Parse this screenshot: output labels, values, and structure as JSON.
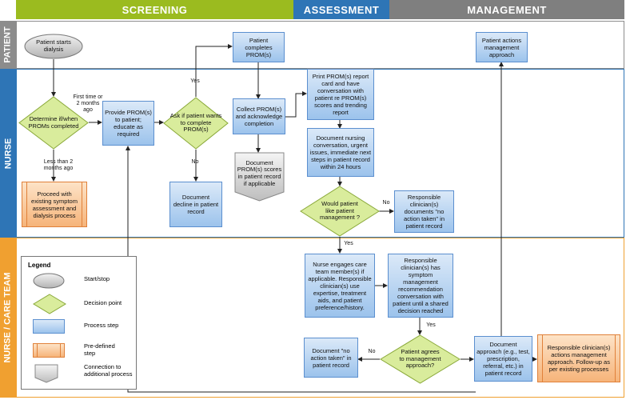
{
  "phases": {
    "screening": "SCREENING",
    "assessment": "ASSESSMENT",
    "management": "MANAGEMENT"
  },
  "lanes": {
    "patient": "PATIENT",
    "nurse": "NURSE",
    "care_team": "NURSE / CARE TEAM"
  },
  "nodes": {
    "patient_starts": "Patient starts dialysis",
    "patient_completes": "Patient completes PROM(s)",
    "patient_actions": "Patient actions management approach",
    "determine": "Determine if/when PROMs completed",
    "provide": "Provide PROM(s) to patient; educate as required",
    "ask_if": "Ask if patient wants to complete PROM(s)",
    "collect": "Collect PROM(s) and acknowledge completion",
    "print": "Print PROM(s) report card and have conversation with patient re PROM(s) scores and trending report",
    "doc_nursing": "Document nursing conversation, urgent issues, immediate next steps in patient record within 24 hours",
    "doc_proms": "Document PROM(s) scores in patient record if applicable",
    "proceed": "Proceed with existing symptom assessment and dialysis process",
    "doc_decline": "Document decline in patient record",
    "would_like": "Would patient like patient management ?",
    "resp_no_action": "Responsible clinician(s) documents \"no action taken\" in patient record",
    "nurse_engages": "Nurse engages care team member(s) if applicable. Responsible clinician(s) use expertise, treatment aids, and patient preference/history.",
    "resp_symptom": "Responsible clinician(s) has symptom management recommendation conversation with patient until a shared decision reached",
    "agrees": "Patient agrees to management approach?",
    "doc_no_action": "Document \"no action taken\" in patient record",
    "doc_approach": "Document approach (e.g., test, prescription, referral, etc.) in patient record",
    "resp_actions": "Responsible clinician(s) actions management approach. Follow-up as per existing processes"
  },
  "edge_labels": {
    "first_time": "First time or 2 months ago",
    "less_than": "Less than 2 months ago",
    "yes1": "Yes",
    "no1": "No",
    "no2": "No",
    "yes2": "Yes",
    "yes3": "Yes",
    "no3": "No"
  },
  "legend": {
    "title": "Legend",
    "start_stop": "Start/stop",
    "decision": "Decision point",
    "process": "Process step",
    "predefined": "Pre-defined step",
    "connection": "Connection to additional process"
  },
  "colors": {
    "screening": "#9bbb1f",
    "assessment": "#2e75b6",
    "management": "#7f7f7f",
    "patient_lane": "#8c8c8c",
    "nurse_lane": "#2e75b6",
    "care_lane": "#f0a030"
  }
}
